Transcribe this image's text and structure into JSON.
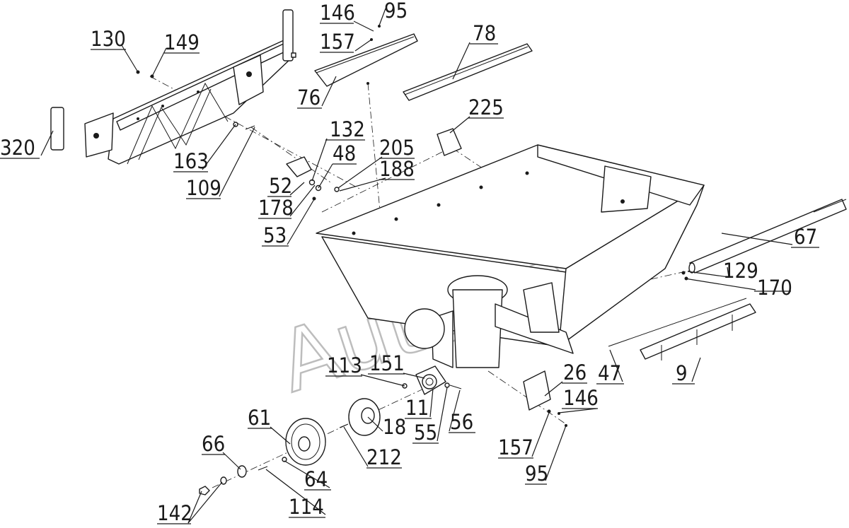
{
  "watermark": "AutoSoft",
  "callouts": [
    {
      "id": "c130",
      "label": "130"
    },
    {
      "id": "c149",
      "label": "149"
    },
    {
      "id": "c320",
      "label": "320"
    },
    {
      "id": "c163",
      "label": "163"
    },
    {
      "id": "c109",
      "label": "109"
    },
    {
      "id": "c146a",
      "label": "146"
    },
    {
      "id": "c95a",
      "label": "95"
    },
    {
      "id": "c157a",
      "label": "157"
    },
    {
      "id": "c76",
      "label": "76"
    },
    {
      "id": "c78",
      "label": "78"
    },
    {
      "id": "c225",
      "label": "225"
    },
    {
      "id": "c132",
      "label": "132"
    },
    {
      "id": "c48",
      "label": "48"
    },
    {
      "id": "c205",
      "label": "205"
    },
    {
      "id": "c188",
      "label": "188"
    },
    {
      "id": "c52",
      "label": "52"
    },
    {
      "id": "c178",
      "label": "178"
    },
    {
      "id": "c53",
      "label": "53"
    },
    {
      "id": "c67",
      "label": "67"
    },
    {
      "id": "c129",
      "label": "129"
    },
    {
      "id": "c170",
      "label": "170"
    },
    {
      "id": "c47",
      "label": "47"
    },
    {
      "id": "c9",
      "label": "9"
    },
    {
      "id": "c26",
      "label": "26"
    },
    {
      "id": "c146b",
      "label": "146"
    },
    {
      "id": "c157b",
      "label": "157"
    },
    {
      "id": "c95b",
      "label": "95"
    },
    {
      "id": "c113",
      "label": "113"
    },
    {
      "id": "c151",
      "label": "151"
    },
    {
      "id": "c11",
      "label": "11"
    },
    {
      "id": "c55",
      "label": "55"
    },
    {
      "id": "c56",
      "label": "56"
    },
    {
      "id": "c18",
      "label": "18"
    },
    {
      "id": "c212",
      "label": "212"
    },
    {
      "id": "c61",
      "label": "61"
    },
    {
      "id": "c64",
      "label": "64"
    },
    {
      "id": "c66",
      "label": "66"
    },
    {
      "id": "c114",
      "label": "114"
    },
    {
      "id": "c142",
      "label": "142"
    }
  ]
}
